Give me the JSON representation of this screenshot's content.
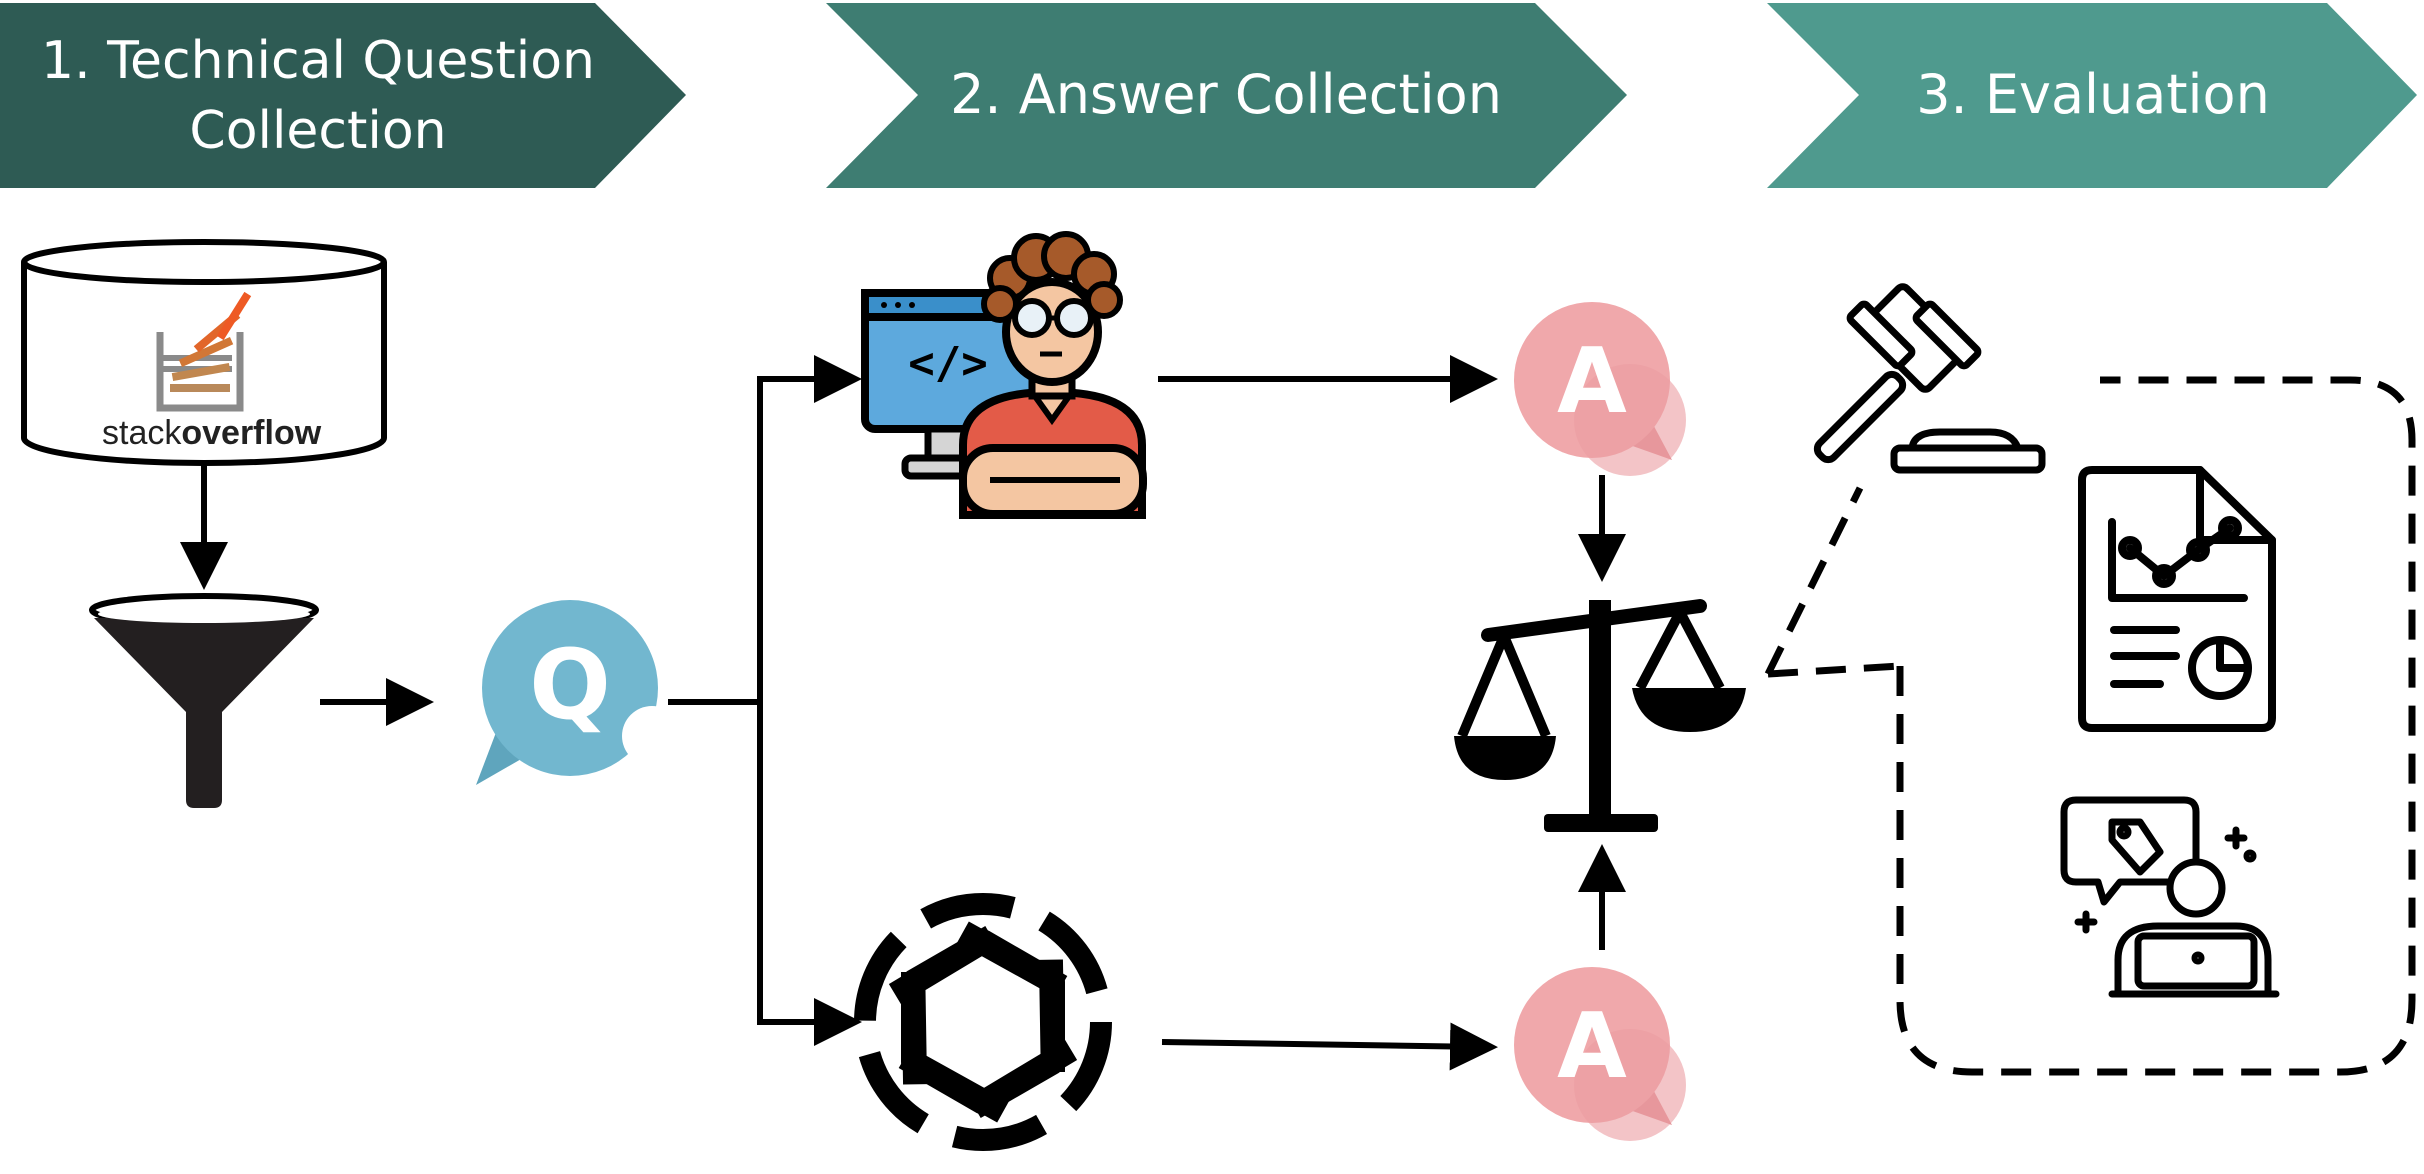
{
  "stages": [
    {
      "label_line1": "1. Technical Question",
      "label_line2": "Collection",
      "color": "#2e5b54"
    },
    {
      "label": "2. Answer Collection",
      "color": "#3e7d72"
    },
    {
      "label": "3. Evaluation",
      "color": "#4f9a8e"
    }
  ],
  "source": {
    "brand_plain": "stack",
    "brand_bold": "overflow"
  },
  "question_bubble": {
    "letter": "Q",
    "color": "#72b7cf"
  },
  "answer_bubbles": [
    {
      "letter": "A",
      "color": "#f0a8ab"
    },
    {
      "letter": "A",
      "color": "#f0a8ab"
    }
  ],
  "icons": {
    "database": "database-cylinder-icon",
    "funnel": "funnel-filter-icon",
    "human": "programmer-icon",
    "llm": "openai-logo-icon",
    "scale": "balance-scale-icon",
    "gavel": "gavel-icon",
    "report": "analytics-report-icon",
    "annotator": "user-study-annotator-icon"
  }
}
